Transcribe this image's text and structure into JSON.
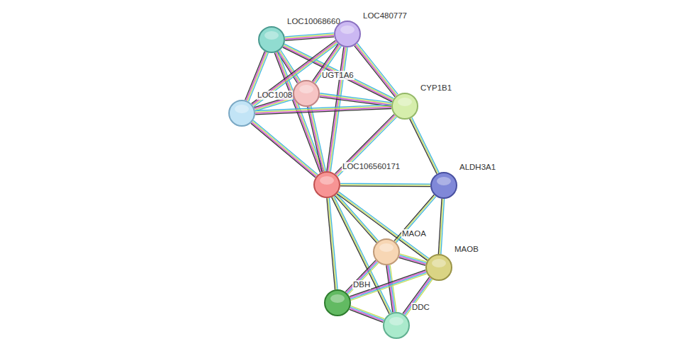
{
  "diagram": {
    "nodes": [
      {
        "text": [
          "LOC10068660"
        ]
      },
      {
        "text": [
          "LOC480777"
        ]
      },
      {
        "text": [
          "UGT1A6"
        ]
      },
      {
        "text": [
          "LOC1008"
        ]
      },
      {
        "text": [
          "CYP1B1"
        ]
      },
      {
        "text": [
          "LOC106560171"
        ]
      },
      {
        "text": [
          "ALDH3A1"
        ]
      },
      {
        "text": [
          "MAOA"
        ]
      },
      {
        "text": [
          "MAOB"
        ]
      },
      {
        "text": [
          "DBH"
        ]
      },
      {
        "text": [
          "DDC"
        ]
      }
    ],
    "edges": [
      {
        "from": 0,
        "to": 1,
        "arrow": "none"
      },
      {
        "from": 0,
        "to": 2,
        "arrow": "none"
      },
      {
        "from": 0,
        "to": 3,
        "arrow": "none"
      },
      {
        "from": 0,
        "to": 4,
        "arrow": "none"
      },
      {
        "from": 0,
        "to": 5,
        "arrow": "none"
      },
      {
        "from": 1,
        "to": 2,
        "arrow": "none"
      },
      {
        "from": 1,
        "to": 3,
        "arrow": "none"
      },
      {
        "from": 1,
        "to": 4,
        "arrow": "none"
      },
      {
        "from": 1,
        "to": 5,
        "arrow": "none"
      },
      {
        "from": 2,
        "to": 3,
        "arrow": "none"
      },
      {
        "from": 2,
        "to": 4,
        "arrow": "none"
      },
      {
        "from": 2,
        "to": 5,
        "arrow": "none"
      },
      {
        "from": 3,
        "to": 4,
        "arrow": "none"
      },
      {
        "from": 3,
        "to": 5,
        "arrow": "none"
      },
      {
        "from": 4,
        "to": 5,
        "arrow": "none"
      },
      {
        "from": 4,
        "to": 6,
        "arrow": "none"
      },
      {
        "from": 5,
        "to": 6,
        "arrow": "none"
      },
      {
        "from": 5,
        "to": 7,
        "arrow": "none"
      },
      {
        "from": 5,
        "to": 8,
        "arrow": "none"
      },
      {
        "from": 5,
        "to": 9,
        "arrow": "none"
      },
      {
        "from": 5,
        "to": 10,
        "arrow": "none"
      },
      {
        "from": 6,
        "to": 7,
        "arrow": "none"
      },
      {
        "from": 6,
        "to": 8,
        "arrow": "none"
      },
      {
        "from": 7,
        "to": 8,
        "arrow": "none"
      },
      {
        "from": 7,
        "to": 9,
        "arrow": "none"
      },
      {
        "from": 7,
        "to": 10,
        "arrow": "none"
      },
      {
        "from": 8,
        "to": 9,
        "arrow": "none"
      },
      {
        "from": 8,
        "to": 10,
        "arrow": "none"
      },
      {
        "from": 9,
        "to": 10,
        "arrow": "none"
      }
    ]
  }
}
